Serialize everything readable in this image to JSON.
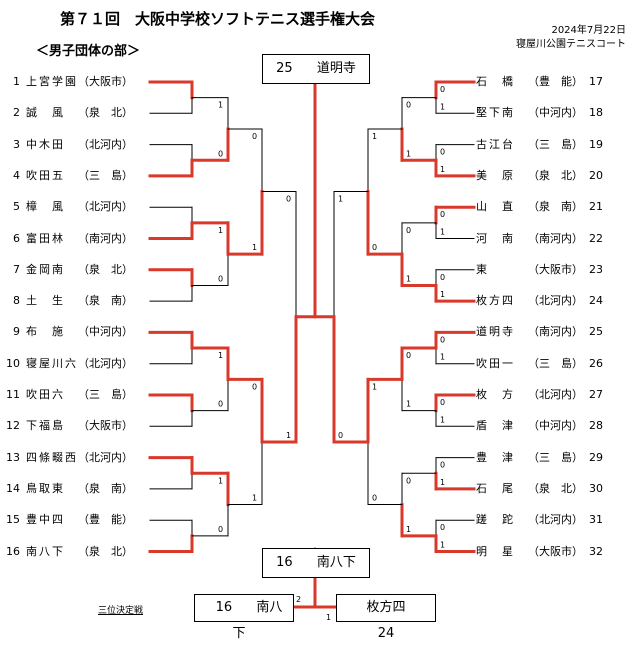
{
  "header": {
    "title": "第７１回　大阪中学校ソフトテニス選手権大会",
    "division": "＜男子団体の部＞",
    "date": "2024年7月22日",
    "venue": "寝屋川公園テニスコート"
  },
  "champion": {
    "seed": "25",
    "name": "道明寺"
  },
  "final": {
    "seed": "16",
    "name": "南八下"
  },
  "third_place": {
    "label": "三位決定戦",
    "left": {
      "seed": "16",
      "name": "南八下"
    },
    "right": {
      "name": "枚方四",
      "seed": "24"
    },
    "score_left": "2",
    "score_right": "1"
  },
  "left_teams": [
    {
      "num": "1",
      "name": "上宮学園",
      "region": "（大阪市）"
    },
    {
      "num": "2",
      "name": "誠　風",
      "region": "（泉　北）"
    },
    {
      "num": "3",
      "name": "中木田",
      "region": "（北河内）"
    },
    {
      "num": "4",
      "name": "吹田五",
      "region": "（三　島）"
    },
    {
      "num": "5",
      "name": "樟　風",
      "region": "（北河内）"
    },
    {
      "num": "6",
      "name": "富田林",
      "region": "（南河内）"
    },
    {
      "num": "7",
      "name": "金岡南",
      "region": "（泉　北）"
    },
    {
      "num": "8",
      "name": "土　生",
      "region": "（泉　南）"
    },
    {
      "num": "9",
      "name": "布　施",
      "region": "（中河内）"
    },
    {
      "num": "10",
      "name": "寝屋川六",
      "region": "（北河内）"
    },
    {
      "num": "11",
      "name": "吹田六",
      "region": "（三　島）"
    },
    {
      "num": "12",
      "name": "下福島",
      "region": "（大阪市）"
    },
    {
      "num": "13",
      "name": "四條畷西",
      "region": "（北河内）"
    },
    {
      "num": "14",
      "name": "鳥取東",
      "region": "（泉　南）"
    },
    {
      "num": "15",
      "name": "豊中四",
      "region": "（豊　能）"
    },
    {
      "num": "16",
      "name": "南八下",
      "region": "（泉　北）"
    }
  ],
  "right_teams": [
    {
      "num": "17",
      "name": "石　橋",
      "region": "（豊　能）"
    },
    {
      "num": "18",
      "name": "堅下南",
      "region": "（中河内）"
    },
    {
      "num": "19",
      "name": "古江台",
      "region": "（三　島）"
    },
    {
      "num": "20",
      "name": "美　原",
      "region": "（泉　北）"
    },
    {
      "num": "21",
      "name": "山　直",
      "region": "（泉　南）"
    },
    {
      "num": "22",
      "name": "河　南",
      "region": "（南河内）"
    },
    {
      "num": "23",
      "name": "東",
      "region": "（大阪市）"
    },
    {
      "num": "24",
      "name": "枚方四",
      "region": "（北河内）"
    },
    {
      "num": "25",
      "name": "道明寺",
      "region": "（南河内）"
    },
    {
      "num": "26",
      "name": "吹田一",
      "region": "（三　島）"
    },
    {
      "num": "27",
      "name": "枚　方",
      "region": "（北河内）"
    },
    {
      "num": "28",
      "name": "盾　津",
      "region": "（中河内）"
    },
    {
      "num": "29",
      "name": "豊　津",
      "region": "（三　島）"
    },
    {
      "num": "30",
      "name": "石　尾",
      "region": "（泉　北）"
    },
    {
      "num": "31",
      "name": "蹉　跎",
      "region": "（北河内）"
    },
    {
      "num": "32",
      "name": "明　星",
      "region": "（大阪市）"
    }
  ],
  "colors": {
    "winner_line": "#d9392b",
    "loser_line": "#000000"
  }
}
